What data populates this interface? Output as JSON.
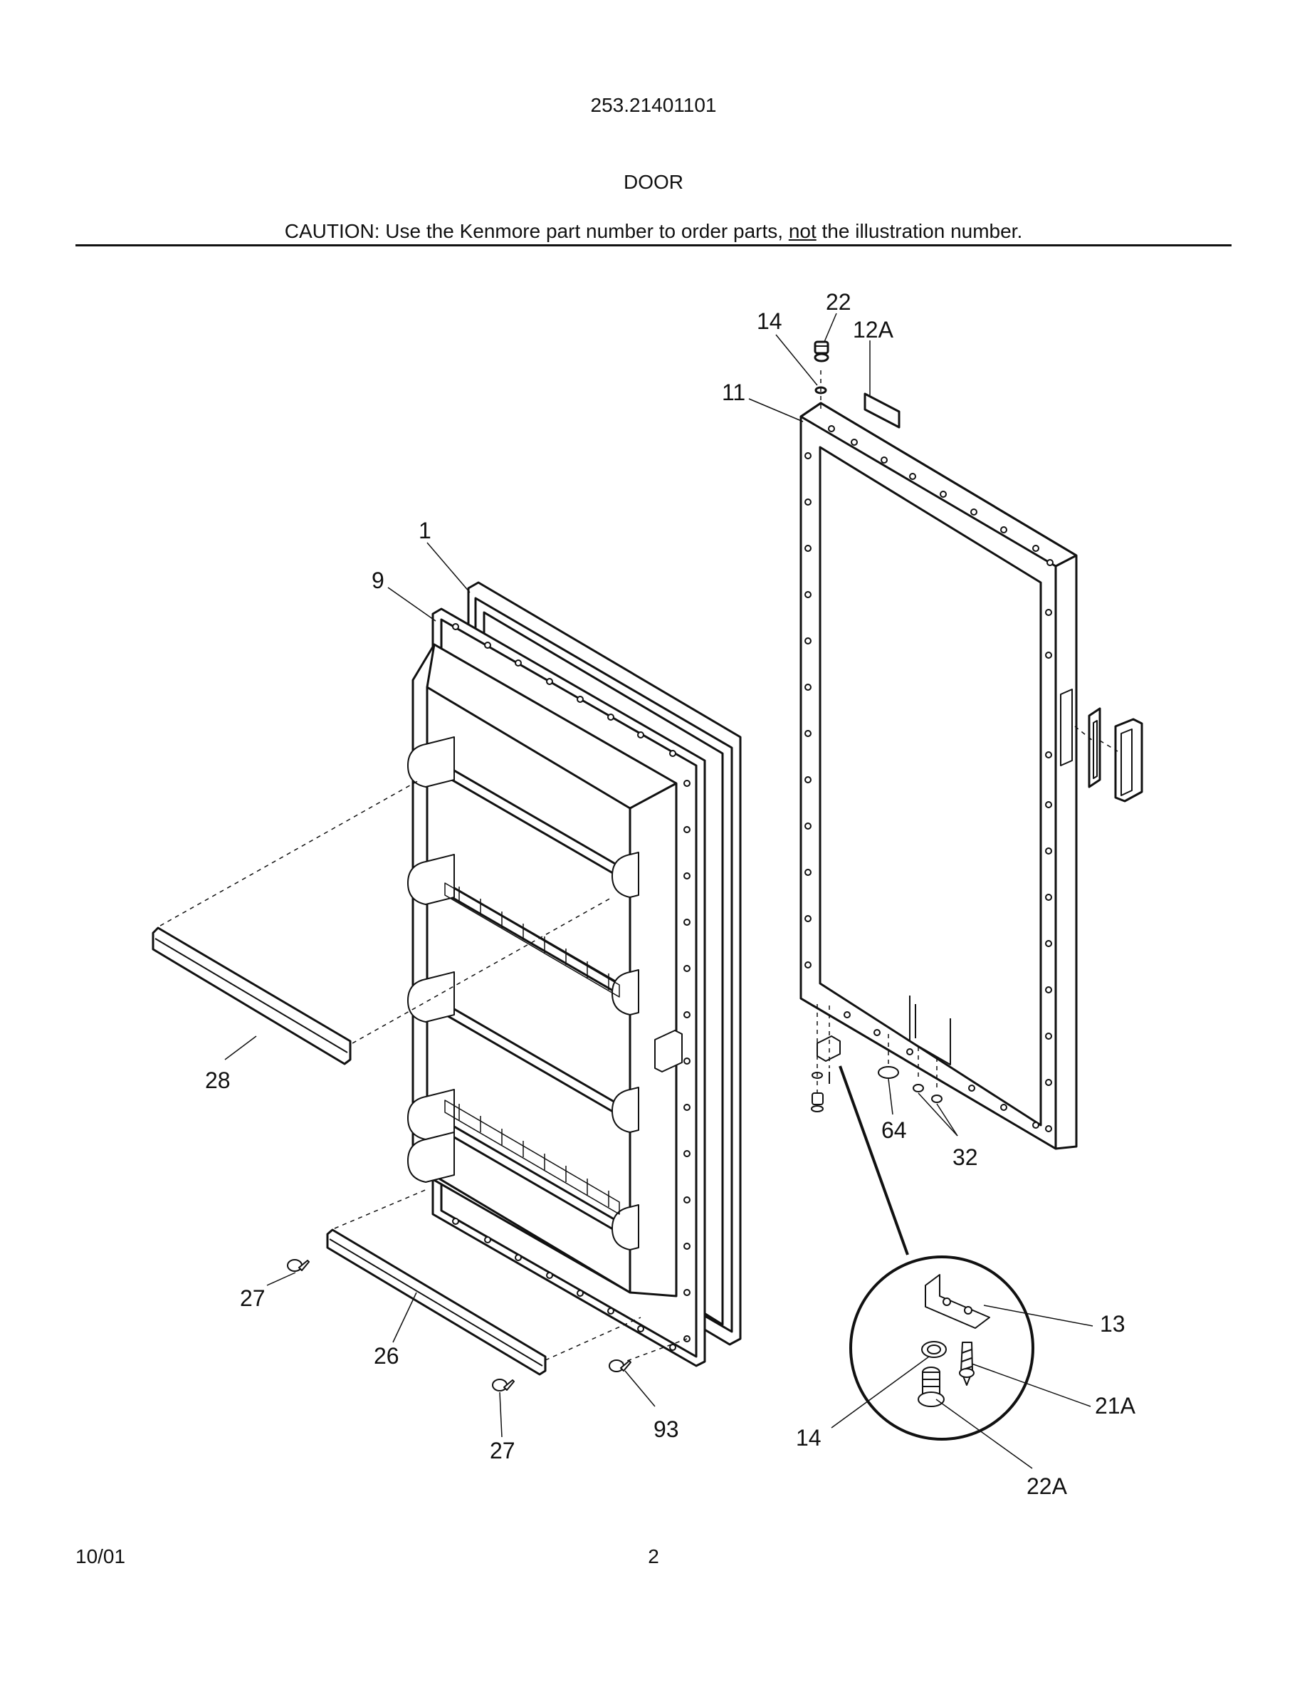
{
  "header": {
    "model_number": "253.21401101",
    "section_title": "DOOR",
    "caution": {
      "before": "CAUTION: Use the Kenmore part number to order parts, ",
      "underlined": "not",
      "after": " the illustration number."
    }
  },
  "callouts": {
    "door_panel": "1",
    "door_liner": "9",
    "outer_door": "11",
    "label_12a": "12A",
    "hinge_bracket": "13",
    "washer_top": "14",
    "washer_detail": "14",
    "screw_21a": "21A",
    "bushing_top": "22",
    "bushing_22a": "22A",
    "trim_bottom": "26",
    "fastener_left": "27",
    "fastener_bottom": "27",
    "trim_upper": "28",
    "plugs": "32",
    "plug_64": "64",
    "fastener_93": "93"
  },
  "footer": {
    "date": "10/01",
    "page_number": "2"
  }
}
